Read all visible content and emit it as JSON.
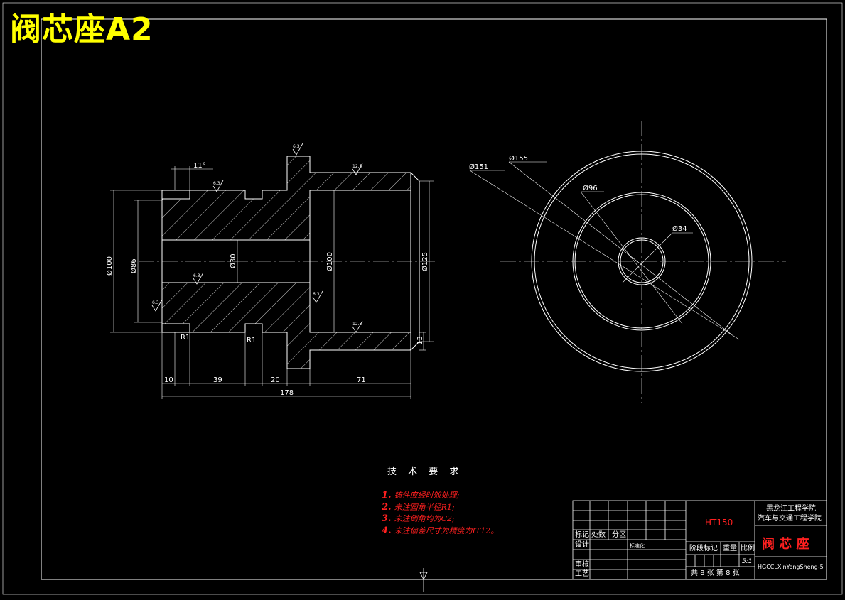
{
  "drawing": {
    "title": "阀芯座A2",
    "dimensions": {
      "d151": "Ø151",
      "d155": "Ø155",
      "d96": "Ø96",
      "d34": "Ø34",
      "d30": "Ø30",
      "d100": "Ø100",
      "d125": "Ø125",
      "d100h": "Ø100",
      "d86": "Ø86",
      "angle": "11°",
      "r1a": "R1",
      "r1b": "R1",
      "dim10": "10",
      "dim39": "39",
      "dim20": "20",
      "dim71": "71",
      "dim178": "178",
      "dim13": "13"
    },
    "roughness": [
      "6.3",
      "6.3",
      "6.3",
      "12.5",
      "6.3",
      "12.5",
      "6.3"
    ]
  },
  "tech_requirements": {
    "title": "技 术 要 求",
    "items": [
      {
        "num": "1.",
        "text": "铸件应经时效处理;"
      },
      {
        "num": "2.",
        "text": "未注圆角半径R1;"
      },
      {
        "num": "3.",
        "text": "未注倒角均为C2;"
      },
      {
        "num": "4.",
        "text": "未注偏差尺寸为精度为IT12。"
      }
    ]
  },
  "title_block": {
    "material": "HT150",
    "school_line1": "黑龙江工程学院",
    "school_line2": "汽车与交通工程学院",
    "part_name": "阀 芯 座",
    "drawing_number": "HGCCLXinYongSheng-5",
    "scale": "5:1",
    "labels": {
      "mark": "标记",
      "count": "处数",
      "zone": "分区",
      "design": "设计",
      "standard": "标准化",
      "review": "审核",
      "process": "工艺",
      "stage_mark": "阶段标记",
      "weight": "重量",
      "ratio": "比例",
      "sheets": "共 8 张  第 8 张"
    }
  }
}
